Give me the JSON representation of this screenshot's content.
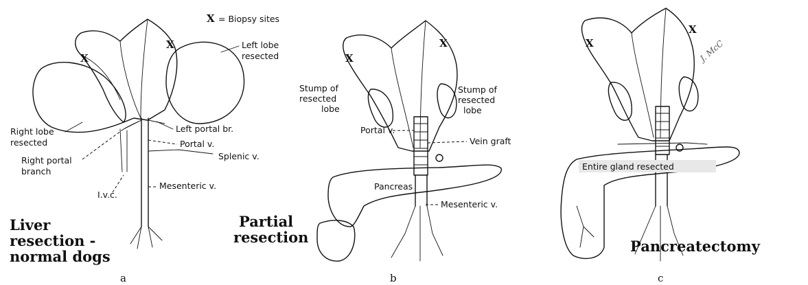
{
  "legend": {
    "symbol": "X",
    "text": "= Biopsy sites"
  },
  "biopsy_mark": "X",
  "panel_a": {
    "id": "a",
    "title": [
      "Liver",
      "resection -",
      "normal dogs"
    ],
    "labels": {
      "left_lobe": [
        "Left lobe",
        "resected"
      ],
      "right_lobe": [
        "Right lobe",
        "resected"
      ],
      "left_portal": "Left portal br.",
      "portal_v": "Portal v.",
      "splenic_v": "Splenic v.",
      "right_portal": [
        "Right portal",
        "branch"
      ],
      "ivc": "I.v.c.",
      "mesenteric_v": "Mesenteric v."
    }
  },
  "panel_b": {
    "id": "b",
    "title": [
      "Partial",
      "resection"
    ],
    "labels": {
      "stump_left": [
        "Stump of",
        "resected",
        "lobe"
      ],
      "stump_right": [
        "Stump of",
        "resected",
        "lobe"
      ],
      "portal_v": "Portal v.",
      "vein_graft": "Vein graft",
      "pancreas": "Pancreas",
      "mesenteric_v": "Mesenteric v."
    }
  },
  "panel_c": {
    "id": "c",
    "title": "Pancreatectomy",
    "labels": {
      "entire_gland": "Entire gland resected"
    },
    "signature": "J. McC"
  }
}
